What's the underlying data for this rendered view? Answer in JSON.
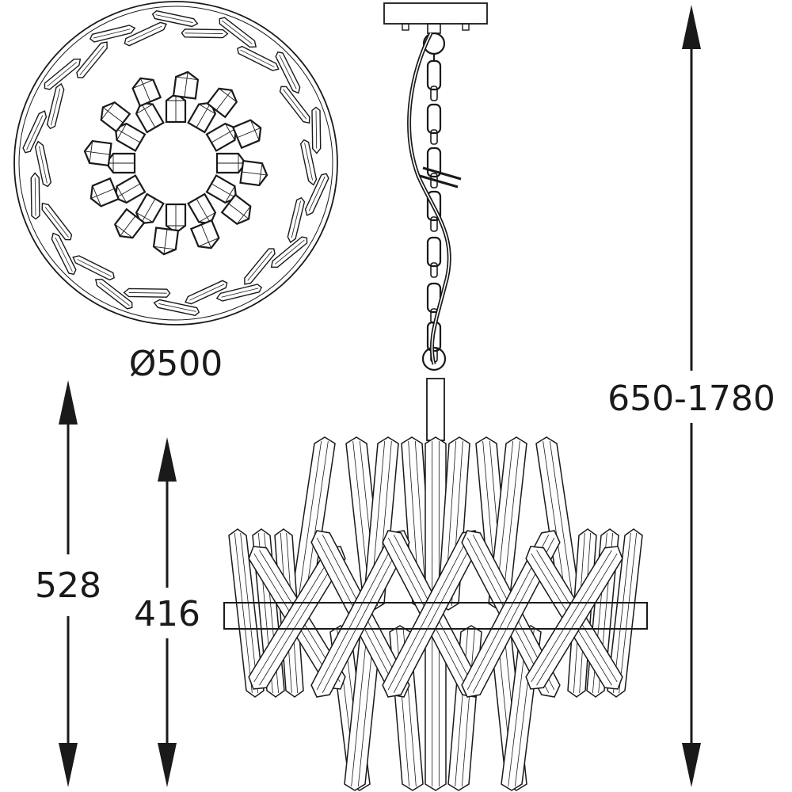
{
  "diagram": {
    "diameter_label": "Ø500",
    "total_height_label": "650-1780",
    "body_height_label": "528",
    "crystal_height_label": "416"
  },
  "colors": {
    "ink": "#1a1a1a",
    "background": "#ffffff"
  }
}
